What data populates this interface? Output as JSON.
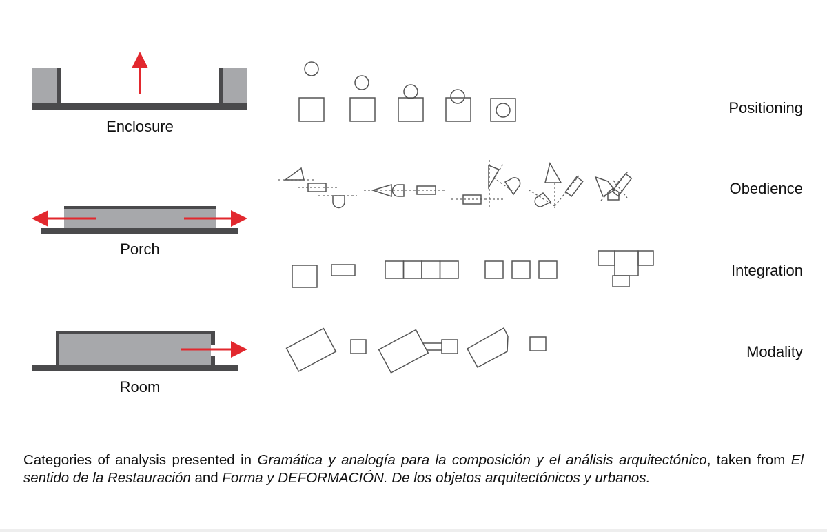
{
  "left_labels": [
    "Enclosure",
    "Porch",
    "Room"
  ],
  "right_labels": [
    "Positioning",
    "Obedience",
    "Integration",
    "Modality"
  ],
  "colors": {
    "wall": "#4a4a4c",
    "fill": "#a7a8ab",
    "arrow": "#e2282e",
    "shape": "#555555"
  },
  "caption": {
    "p1": "Categories of analysis presented in ",
    "i1": "Gramática y analogía para la composición y el análisis arquitectónico",
    "p2": ", taken from ",
    "i2": "El sentido de la Restauración",
    "p3": " and ",
    "i3": "Forma y DEFORMACIÓN. De los objetos arquitectónicos y urbanos."
  }
}
